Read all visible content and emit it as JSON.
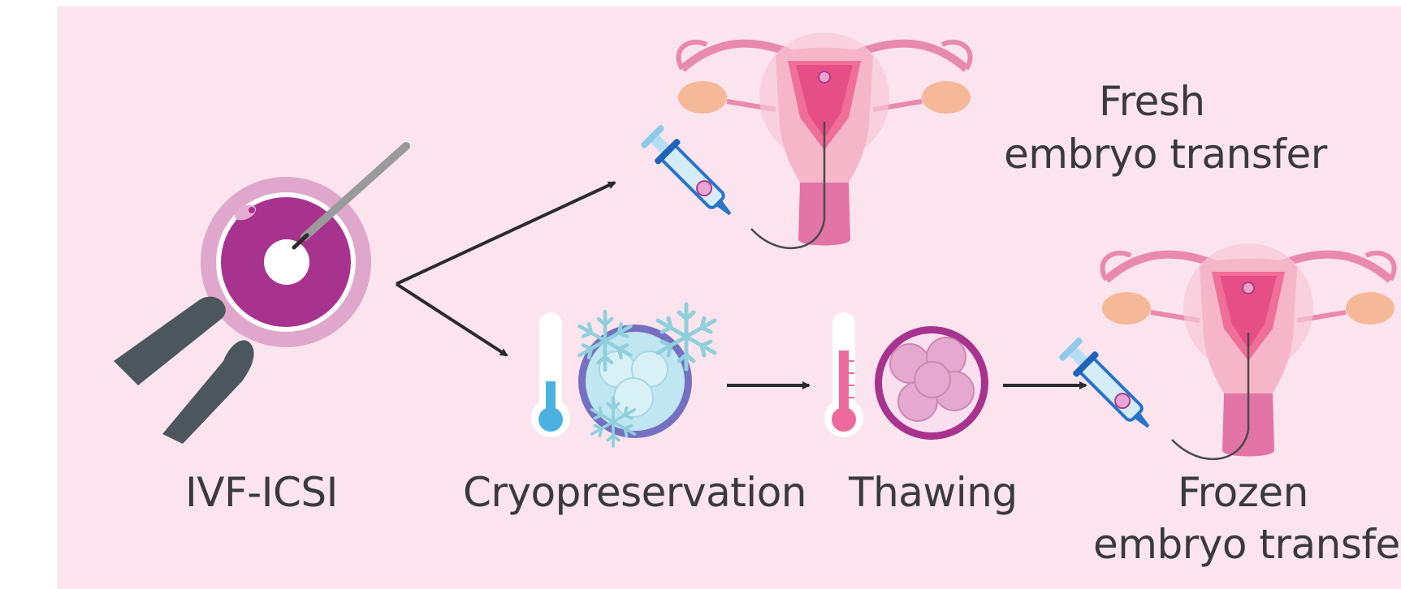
{
  "labels": {
    "ivf_icsi": "IVF-ICSI",
    "cryopreservation": "Cryopreservation",
    "thawing": "Thawing",
    "fresh_line1": "Fresh",
    "fresh_line2": "embryo transfer",
    "frozen_line1": "Frozen",
    "frozen_line2": "embryo transfer"
  }
}
